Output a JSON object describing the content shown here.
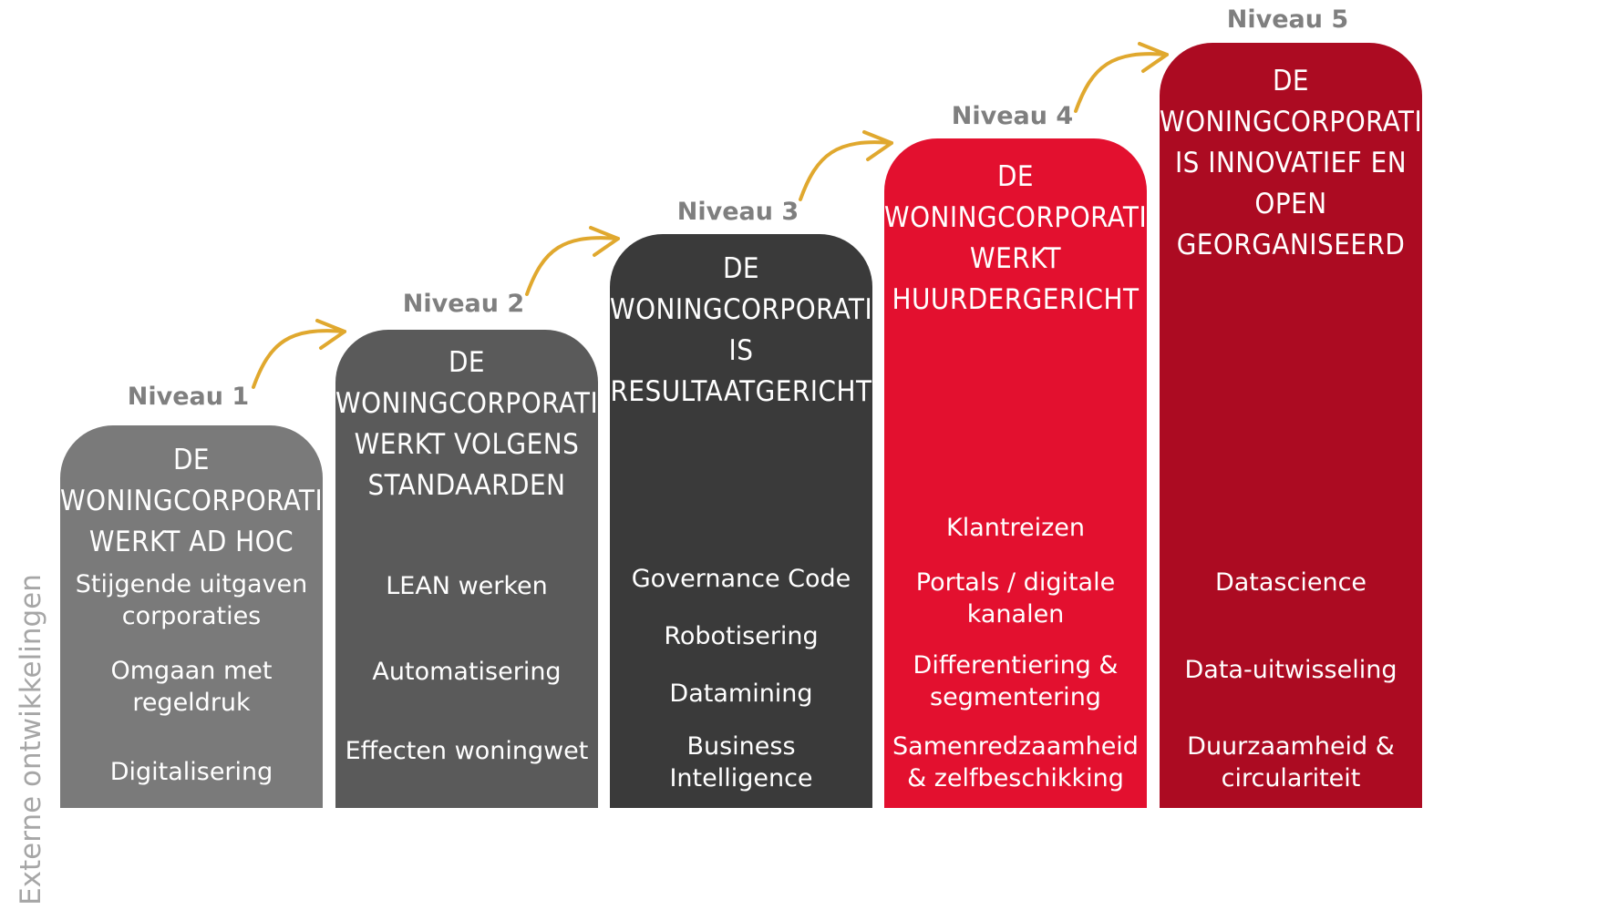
{
  "side_label": "Externe ontwikkelingen",
  "colors": {
    "level_label": "#7f7f7f",
    "arrow": "#e0a82e",
    "side_label": "#a6a6a6"
  },
  "levels": [
    {
      "label": "Niveau 1",
      "color": "#7a7a7a",
      "title_lines": [
        "DE WONINGCORPORATIE",
        "WERKT AD HOC"
      ],
      "items": [
        [
          "Stijgende uitgaven",
          "corporaties"
        ],
        [
          "Omgaan met",
          "regeldruk"
        ],
        [
          "Digitalisering"
        ]
      ]
    },
    {
      "label": "Niveau 2",
      "color": "#5a5a5a",
      "title_lines": [
        "DE WONINGCORPORATIE",
        "WERKT VOLGENS",
        "STANDAARDEN"
      ],
      "items": [
        [
          "LEAN werken"
        ],
        [
          "Automatisering"
        ],
        [
          "Effecten woningwet"
        ]
      ]
    },
    {
      "label": "Niveau 3",
      "color": "#3a3a3a",
      "title_lines": [
        "DE WONINGCORPORATIE",
        "IS RESULTAATGERICHT"
      ],
      "items": [
        [
          "Governance Code"
        ],
        [
          "Robotisering"
        ],
        [
          "Datamining"
        ],
        [
          "Business",
          "Intelligence"
        ]
      ]
    },
    {
      "label": "Niveau 4",
      "color": "#e3102f",
      "title_lines": [
        "DE WONINGCORPORATIE",
        "WERKT HUURDERGERICHT"
      ],
      "items": [
        [
          "Klantreizen"
        ],
        [
          "Portals / digitale",
          "kanalen"
        ],
        [
          "Differentiering &",
          "segmentering"
        ],
        [
          "Samenredzaamheid",
          "& zelfbeschikking"
        ]
      ]
    },
    {
      "label": "Niveau 5",
      "color": "#ac0b22",
      "title_lines": [
        "DE WONINGCORPORATIE",
        "IS INNOVATIEF EN OPEN",
        "GEORGANISEERD"
      ],
      "items": [
        [
          "Datascience"
        ],
        [
          "Data-uitwisseling"
        ],
        [
          "Duurzaamheid &",
          "circulariteit"
        ]
      ]
    }
  ]
}
